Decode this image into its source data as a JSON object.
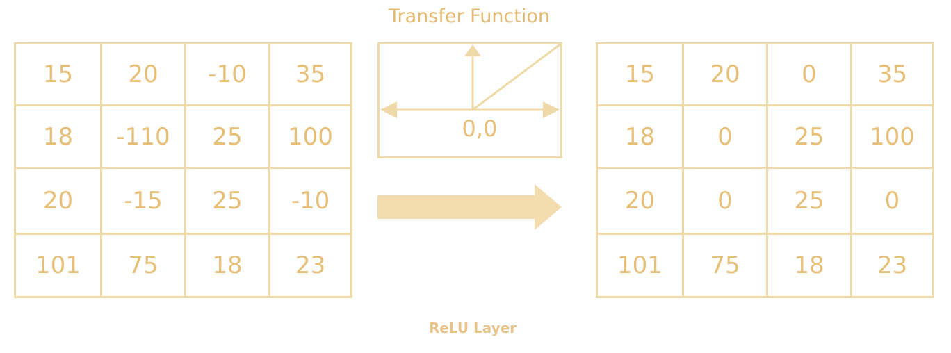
{
  "transfer_title": "Transfer Function",
  "origin_label": "0,0",
  "caption": "ReLU Layer",
  "input_matrix": [
    [
      "15",
      "20",
      "-10",
      "35"
    ],
    [
      "18",
      "-110",
      "25",
      "100"
    ],
    [
      "20",
      "-15",
      "25",
      "-10"
    ],
    [
      "101",
      "75",
      "18",
      "23"
    ]
  ],
  "output_matrix": [
    [
      "15",
      "20",
      "0",
      "35"
    ],
    [
      "18",
      "0",
      "25",
      "100"
    ],
    [
      "20",
      "0",
      "25",
      "0"
    ],
    [
      "101",
      "75",
      "18",
      "23"
    ]
  ],
  "colors": {
    "line": "#f0d9a8",
    "text": "#e6bf78",
    "arrow": "#f3dcae"
  }
}
